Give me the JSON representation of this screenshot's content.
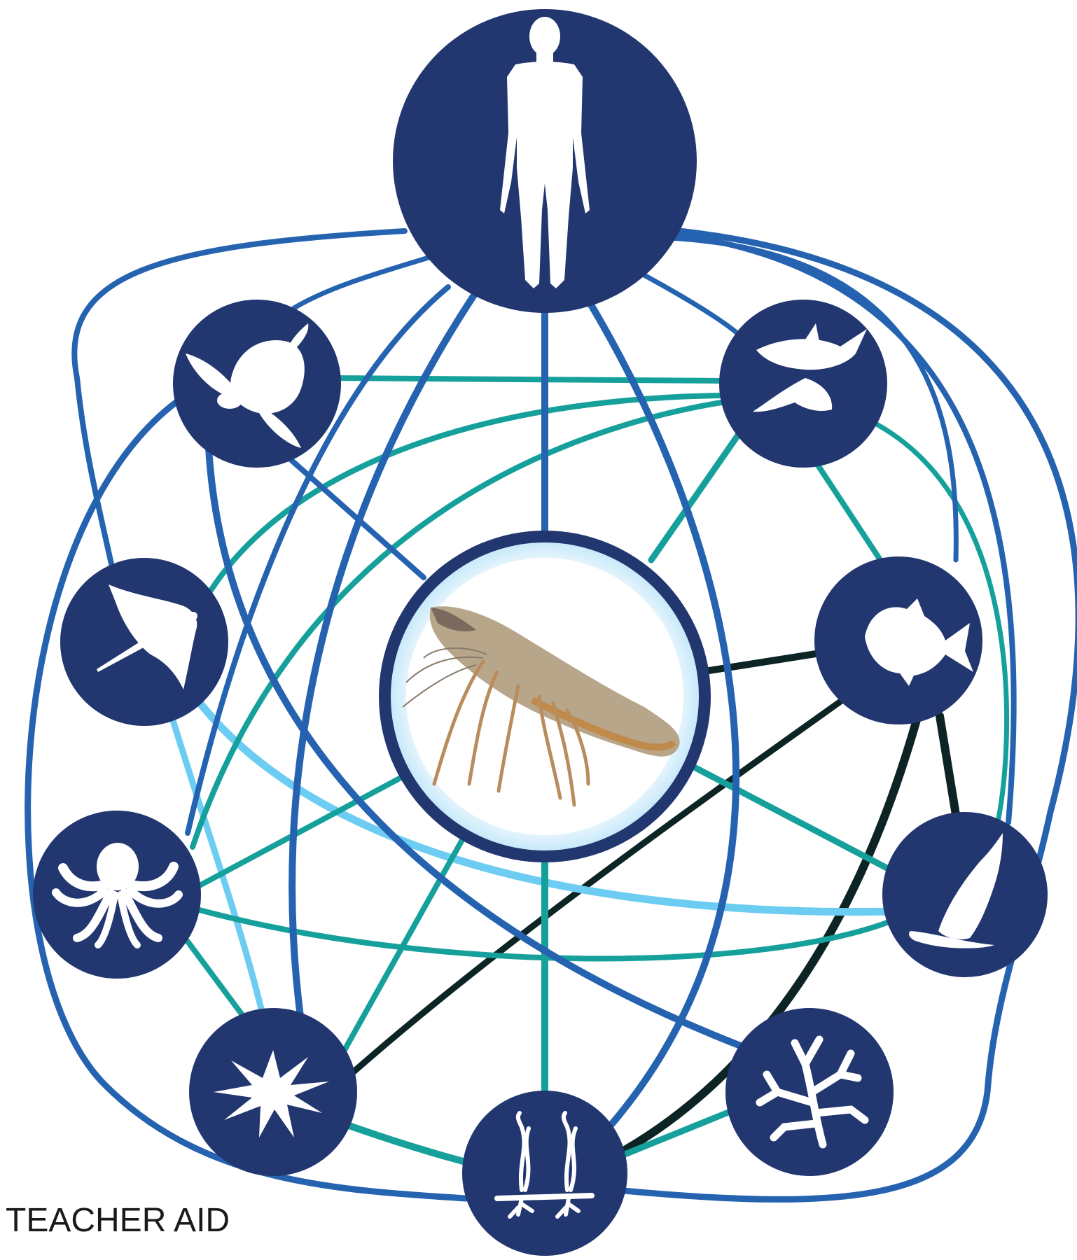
{
  "caption": "TEACHER AID",
  "colors": {
    "node_fill": "#22366f",
    "link_blue": "#2563b0",
    "link_teal": "#16a09c",
    "link_light": "#6cccf2",
    "link_dark": "#0d2425",
    "center_ring": "#c8e9fa",
    "icon": "#ffffff"
  },
  "diagram": {
    "center": {
      "name": "spiny-lobster",
      "icon": "lobster-photo"
    },
    "nodes": [
      {
        "id": "human",
        "icon": "human-silhouette-icon"
      },
      {
        "id": "sea-turtle",
        "icon": "sea-turtle-icon"
      },
      {
        "id": "shark",
        "icon": "shark-icon"
      },
      {
        "id": "stingray",
        "icon": "stingray-icon"
      },
      {
        "id": "triggerfish",
        "icon": "triggerfish-icon"
      },
      {
        "id": "octopus",
        "icon": "octopus-icon"
      },
      {
        "id": "sea-snail",
        "icon": "sea-snail-icon"
      },
      {
        "id": "sea-urchin",
        "icon": "sea-urchin-icon"
      },
      {
        "id": "coral",
        "icon": "coral-icon"
      },
      {
        "id": "seagrass",
        "icon": "seagrass-icon"
      }
    ]
  }
}
